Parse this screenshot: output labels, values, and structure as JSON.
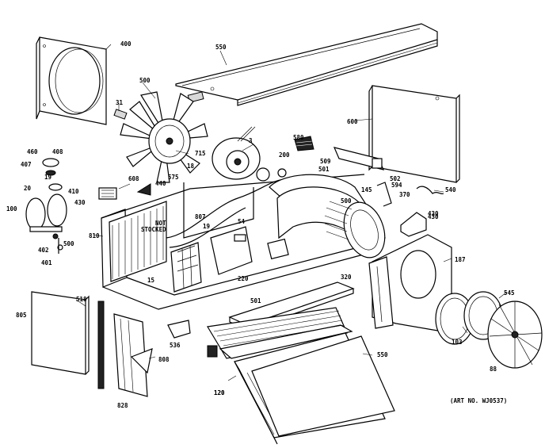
{
  "labels": [
    "400",
    "550",
    "500",
    "31",
    "3",
    "600",
    "580",
    "715",
    "18",
    "200",
    "608",
    "460",
    "407",
    "20",
    "410",
    "430",
    "408",
    "19",
    "100",
    "402",
    "401",
    "440",
    "575",
    "500",
    "501",
    "509",
    "370",
    "320",
    "502",
    "594",
    "540",
    "145",
    "430",
    "807",
    "STOCKED",
    "NOT",
    "19",
    "810",
    "15",
    "54",
    "220",
    "120",
    "500",
    "501",
    "430",
    "187",
    "103",
    "545",
    "88",
    "805",
    "828",
    "518",
    "536",
    "808",
    "550",
    "120"
  ],
  "art_no": "(ART NO. WJ0537)"
}
